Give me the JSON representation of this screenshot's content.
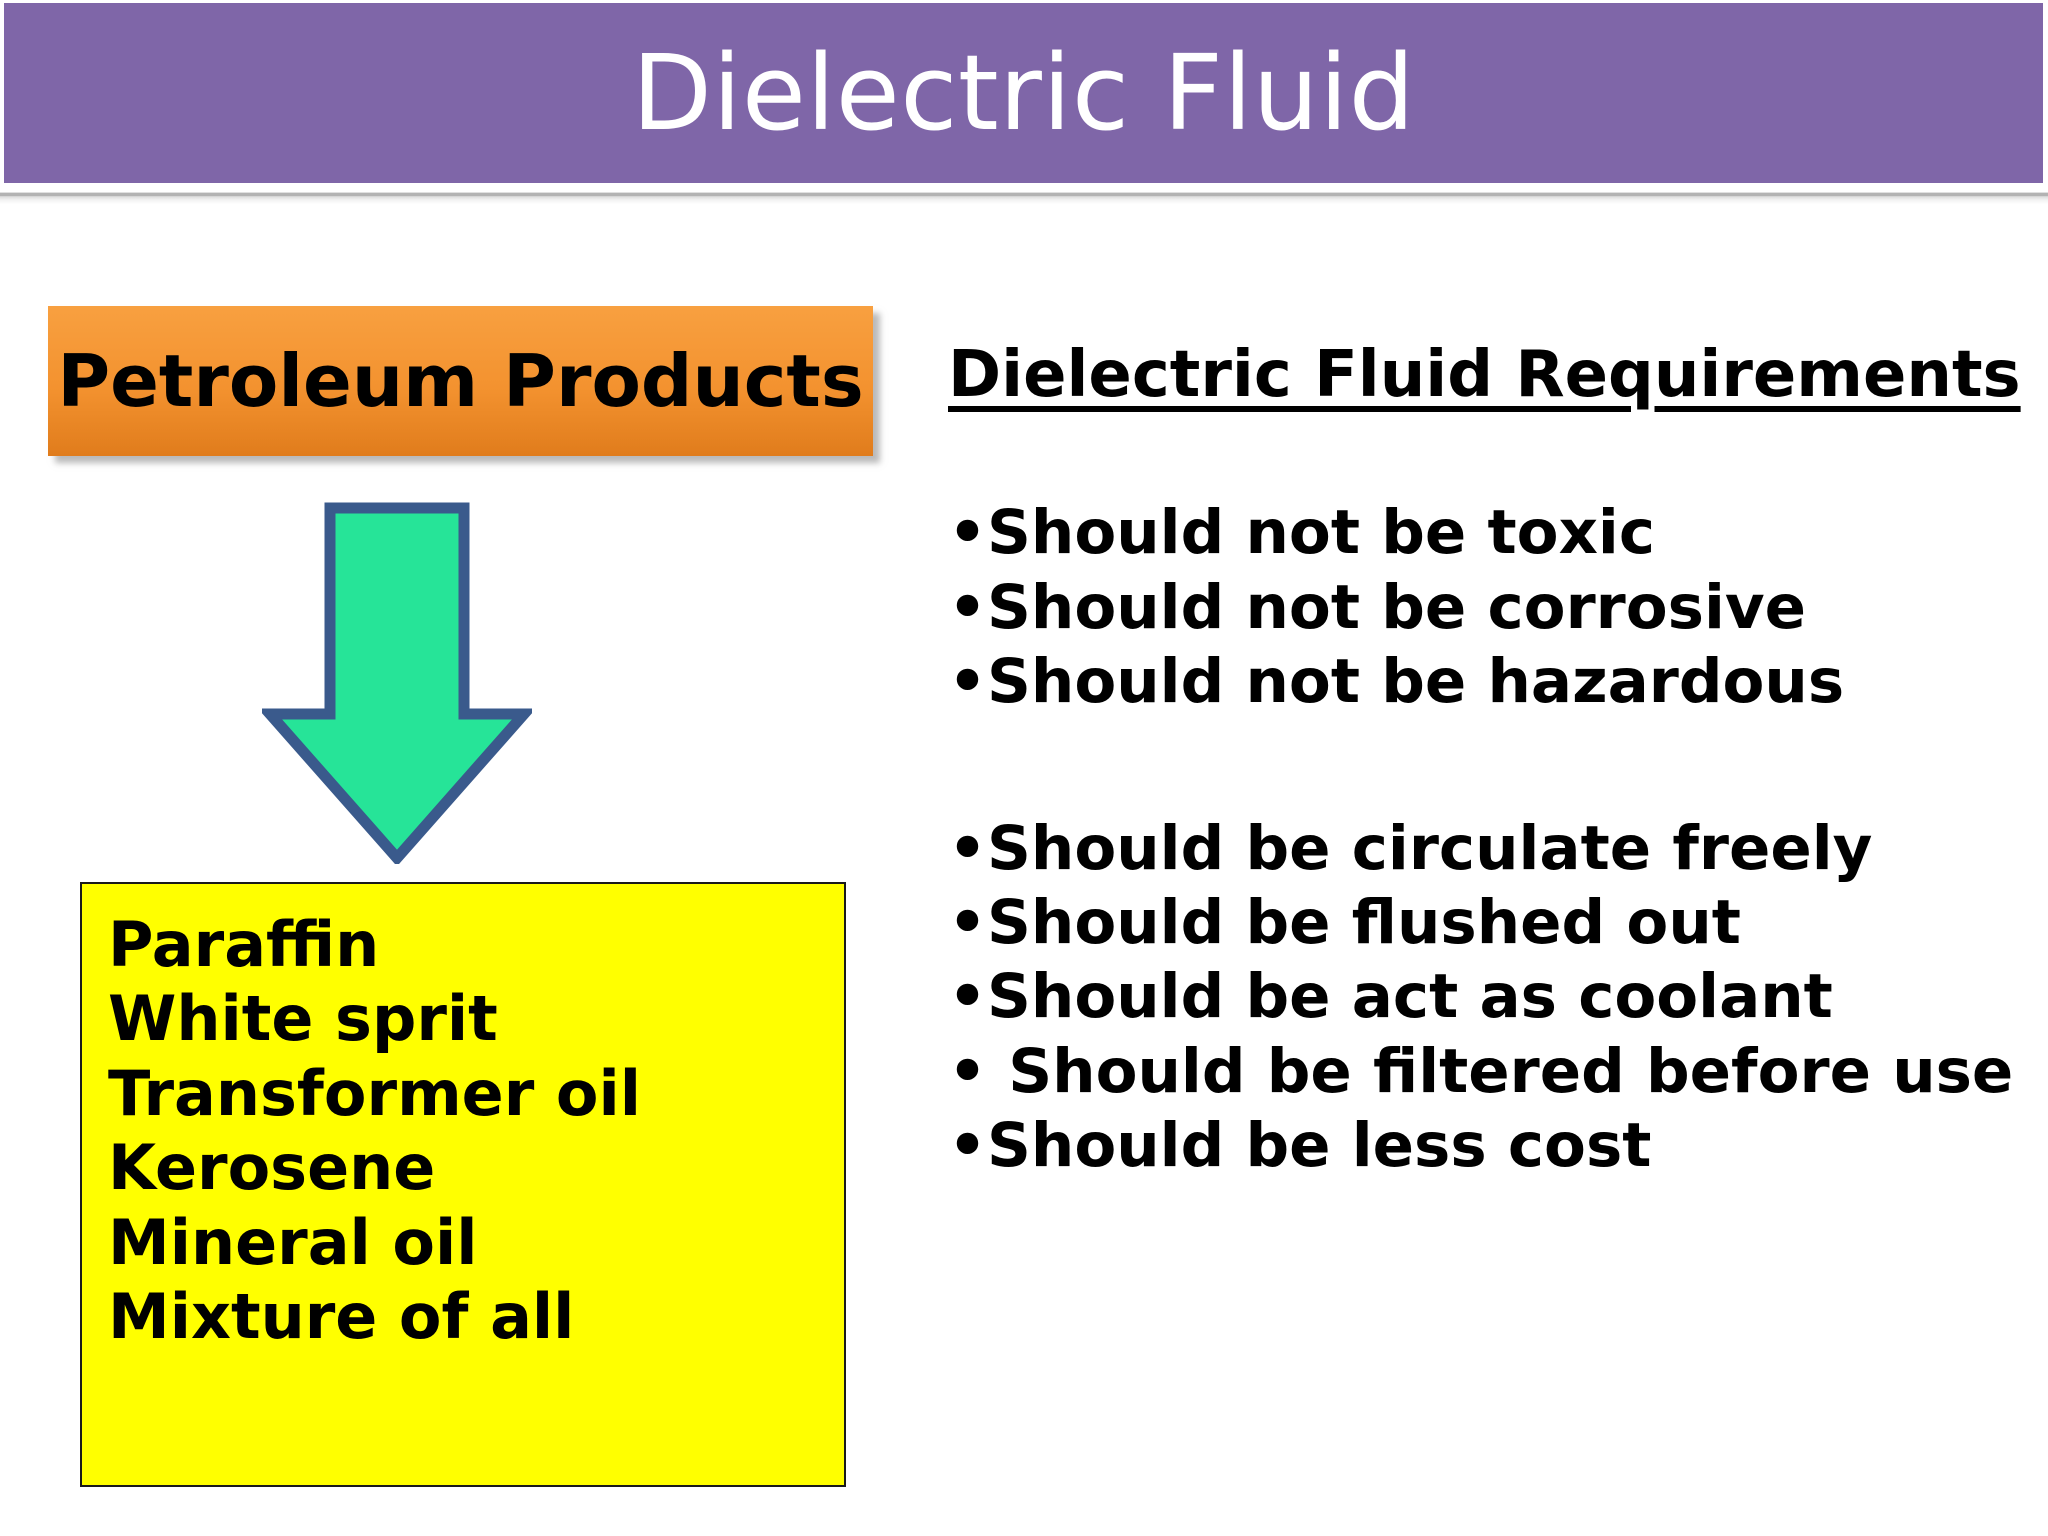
{
  "slide": {
    "title": "Dielectric Fluid",
    "title_bar_color": "#7f66a8",
    "title_text_color": "#ffffff"
  },
  "left_column": {
    "source_box": {
      "label": "Petroleum Products",
      "fill_top_color": "#f8a040",
      "fill_bottom_color": "#e07c1c",
      "text_color": "#000000"
    },
    "arrow": {
      "icon": "down-arrow-icon",
      "direction": "down",
      "fill_color": "#26e498",
      "outline_color": "#3a5a8c"
    },
    "products_box": {
      "fill_color": "#ffff00",
      "border_color": "#1a1a1a",
      "items": [
        "Paraffin",
        "White sprit",
        "Transformer oil",
        "Kerosene",
        "Mineral oil",
        "Mixture of all"
      ]
    }
  },
  "right_column": {
    "heading": "Dielectric Fluid Requirements",
    "groups": [
      {
        "items": [
          "•Should not be toxic",
          "•Should not be corrosive",
          "•Should not be hazardous"
        ]
      },
      {
        "items": [
          "•Should be circulate freely",
          "•Should be flushed out",
          "•Should be act as coolant",
          "• Should be filtered before use",
          "•Should be less cost"
        ]
      }
    ]
  }
}
